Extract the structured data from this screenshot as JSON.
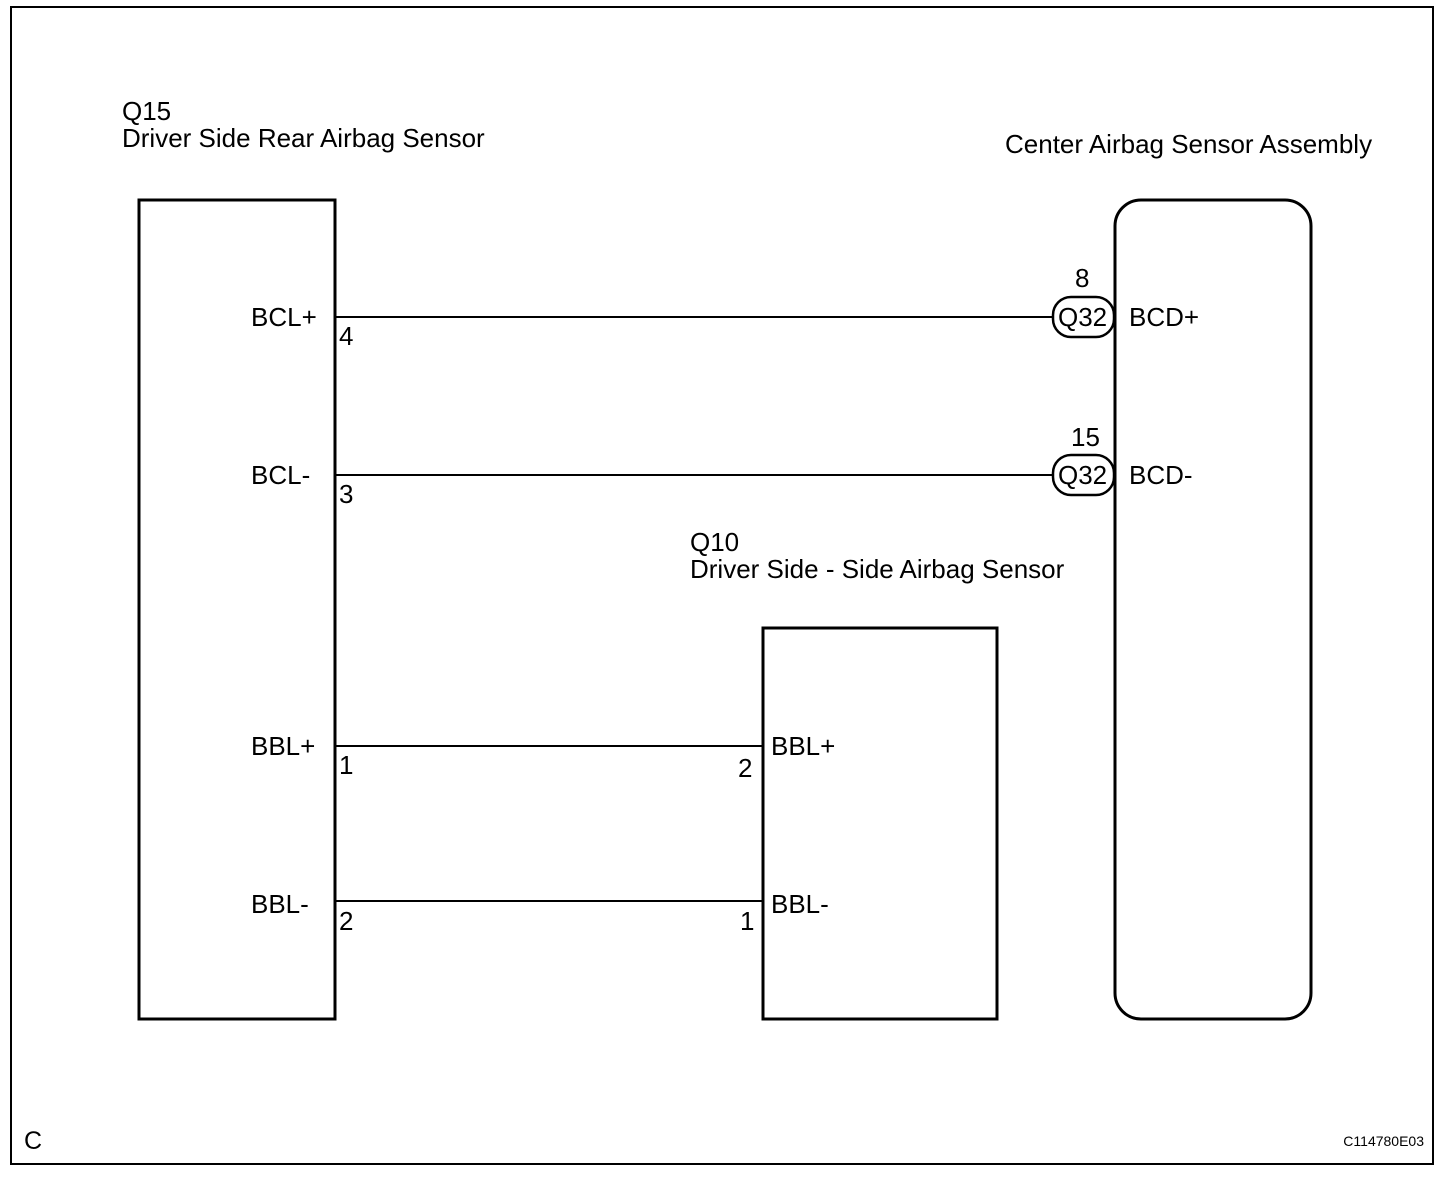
{
  "components": {
    "q15": {
      "code": "Q15",
      "name": "Driver Side Rear Airbag Sensor",
      "pins": [
        {
          "label": "BCL+",
          "number": "4"
        },
        {
          "label": "BCL-",
          "number": "3"
        },
        {
          "label": "BBL+",
          "number": "1"
        },
        {
          "label": "BBL-",
          "number": "2"
        }
      ]
    },
    "q10": {
      "code": "Q10",
      "name": "Driver Side - Side Airbag Sensor",
      "pins": [
        {
          "label": "BBL+",
          "number": "2"
        },
        {
          "label": "BBL-",
          "number": "1"
        }
      ]
    },
    "center": {
      "name": "Center Airbag Sensor Assembly",
      "pins": [
        {
          "label": "BCD+",
          "connector": "Q32",
          "number": "8"
        },
        {
          "label": "BCD-",
          "connector": "Q32",
          "number": "15"
        }
      ]
    }
  },
  "footer": {
    "letter": "C",
    "code": "C114780E03"
  }
}
